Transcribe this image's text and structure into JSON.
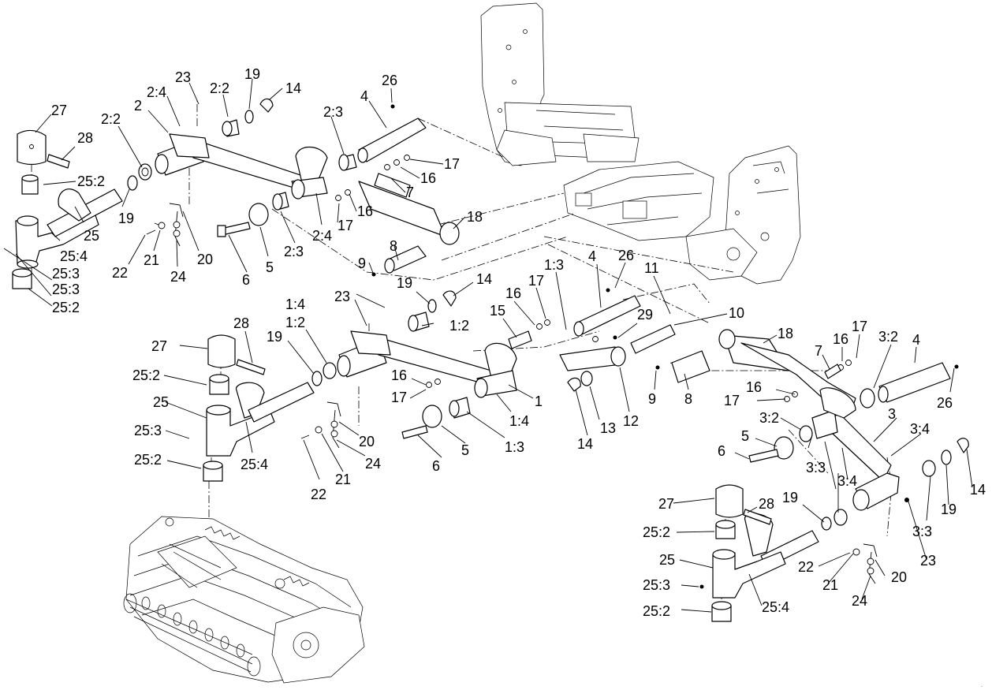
{
  "callouts": [
    "27",
    "28",
    "2:2",
    "25:2",
    "19",
    "25",
    "25:4",
    "25:3",
    "25:3",
    "25:2",
    "23",
    "2:4",
    "2:2",
    "19",
    "14",
    "2",
    "2:3",
    "4",
    "26",
    "17",
    "16",
    "7",
    "16",
    "17",
    "18",
    "2:4",
    "2:3",
    "5",
    "6",
    "24",
    "20",
    "21",
    "22",
    "8",
    "9",
    "19",
    "14",
    "17",
    "16",
    "1:3",
    "4",
    "26",
    "11",
    "10",
    "15",
    "29",
    "1:4",
    "23",
    "1:2",
    "28",
    "27",
    "19",
    "1:2",
    "25:2",
    "25",
    "25:3",
    "25:4",
    "25:2",
    "20",
    "24",
    "21",
    "22",
    "16",
    "17",
    "1",
    "1:4",
    "1:3",
    "5",
    "6",
    "13",
    "14",
    "12",
    "9",
    "8",
    "18",
    "7",
    "16",
    "17",
    "4",
    "3:2",
    "16",
    "17",
    "26",
    "3",
    "3:4",
    "3:2",
    "5",
    "6",
    "3:4",
    "3:3",
    "14",
    "19",
    "3:3",
    "23",
    "28",
    "27",
    "19",
    "25:2",
    "25",
    "22",
    "21",
    "20",
    "25:3",
    "24",
    "25:4",
    "25:2",
    "1:2",
    "1:3"
  ]
}
